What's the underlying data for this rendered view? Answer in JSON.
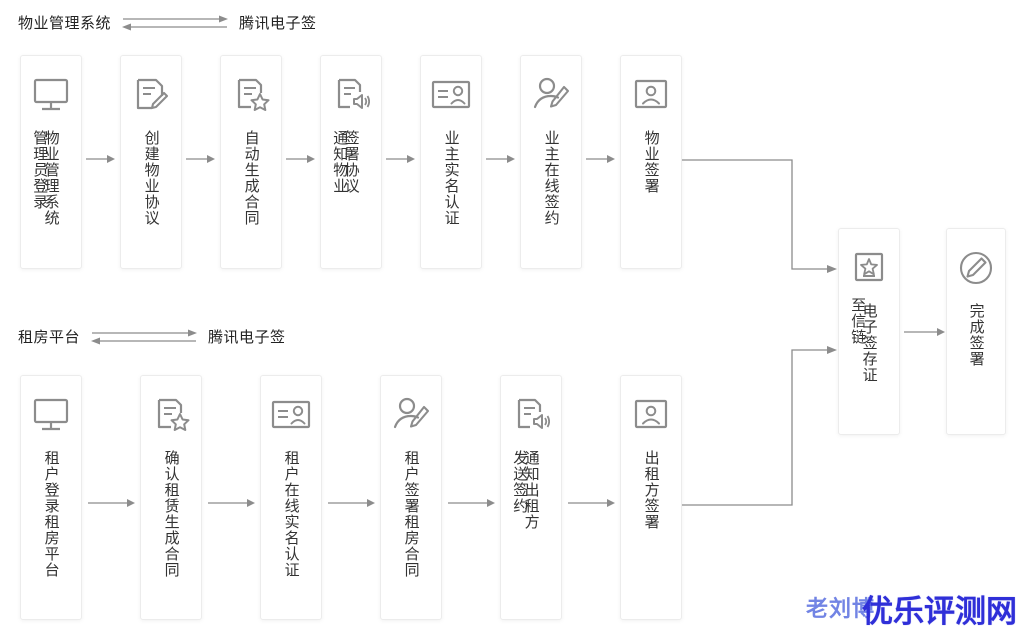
{
  "page": {
    "background_color": "#ffffff",
    "line_color": "#8c8c8c",
    "box_border_color": "#ececec",
    "text_color": "#333333"
  },
  "sections": [
    {
      "id": "property-section",
      "left_label": "物业管理系统",
      "right_label": "腾讯电子签",
      "arrow": "double-arrow"
    },
    {
      "id": "rental-section",
      "left_label": "租房平台",
      "right_label": "腾讯电子签",
      "arrow": "double-arrow"
    }
  ],
  "row1": {
    "steps": [
      {
        "icon": "monitor-icon",
        "col_right": "物业管理系统",
        "col_left": "管理员登录"
      },
      {
        "icon": "document-pencil-icon",
        "col_right": "创建物业协议",
        "col_left": ""
      },
      {
        "icon": "document-star-icon",
        "col_right": "自动生成合同",
        "col_left": ""
      },
      {
        "icon": "document-speaker-icon",
        "col_right": "签署协议",
        "col_left": "通知物业"
      },
      {
        "icon": "id-card-icon",
        "col_right": "业主实名认证",
        "col_left": ""
      },
      {
        "icon": "person-pencil-icon",
        "col_right": "业主在线签约",
        "col_left": ""
      },
      {
        "icon": "person-frame-icon",
        "col_right": "物业签署",
        "col_left": ""
      }
    ]
  },
  "row2": {
    "steps": [
      {
        "icon": "monitor-icon",
        "col_right": "租户登录租房平台",
        "col_left": ""
      },
      {
        "icon": "document-star-icon",
        "col_right": "确认租赁生成合同",
        "col_left": ""
      },
      {
        "icon": "id-card-icon",
        "col_right": "租户在线实名认证",
        "col_left": ""
      },
      {
        "icon": "person-pencil-icon",
        "col_right": "租户签署租房合同",
        "col_left": ""
      },
      {
        "icon": "document-speaker-icon",
        "col_right": "通知出租方",
        "col_left": "发送签约"
      },
      {
        "icon": "person-frame-icon",
        "col_right": "出租方签署",
        "col_left": ""
      }
    ]
  },
  "merge": {
    "steps": [
      {
        "icon": "certificate-star-icon",
        "col_right": "电子签存证",
        "col_left": "至信链"
      },
      {
        "icon": "circle-pencil-icon",
        "col_right": "完成签署",
        "col_left": ""
      }
    ]
  },
  "watermarks": {
    "back_text": "老刘博",
    "front_text": "优乐评测网",
    "back_color": "#5a6fe0",
    "front_color": "#2f2fd8"
  }
}
